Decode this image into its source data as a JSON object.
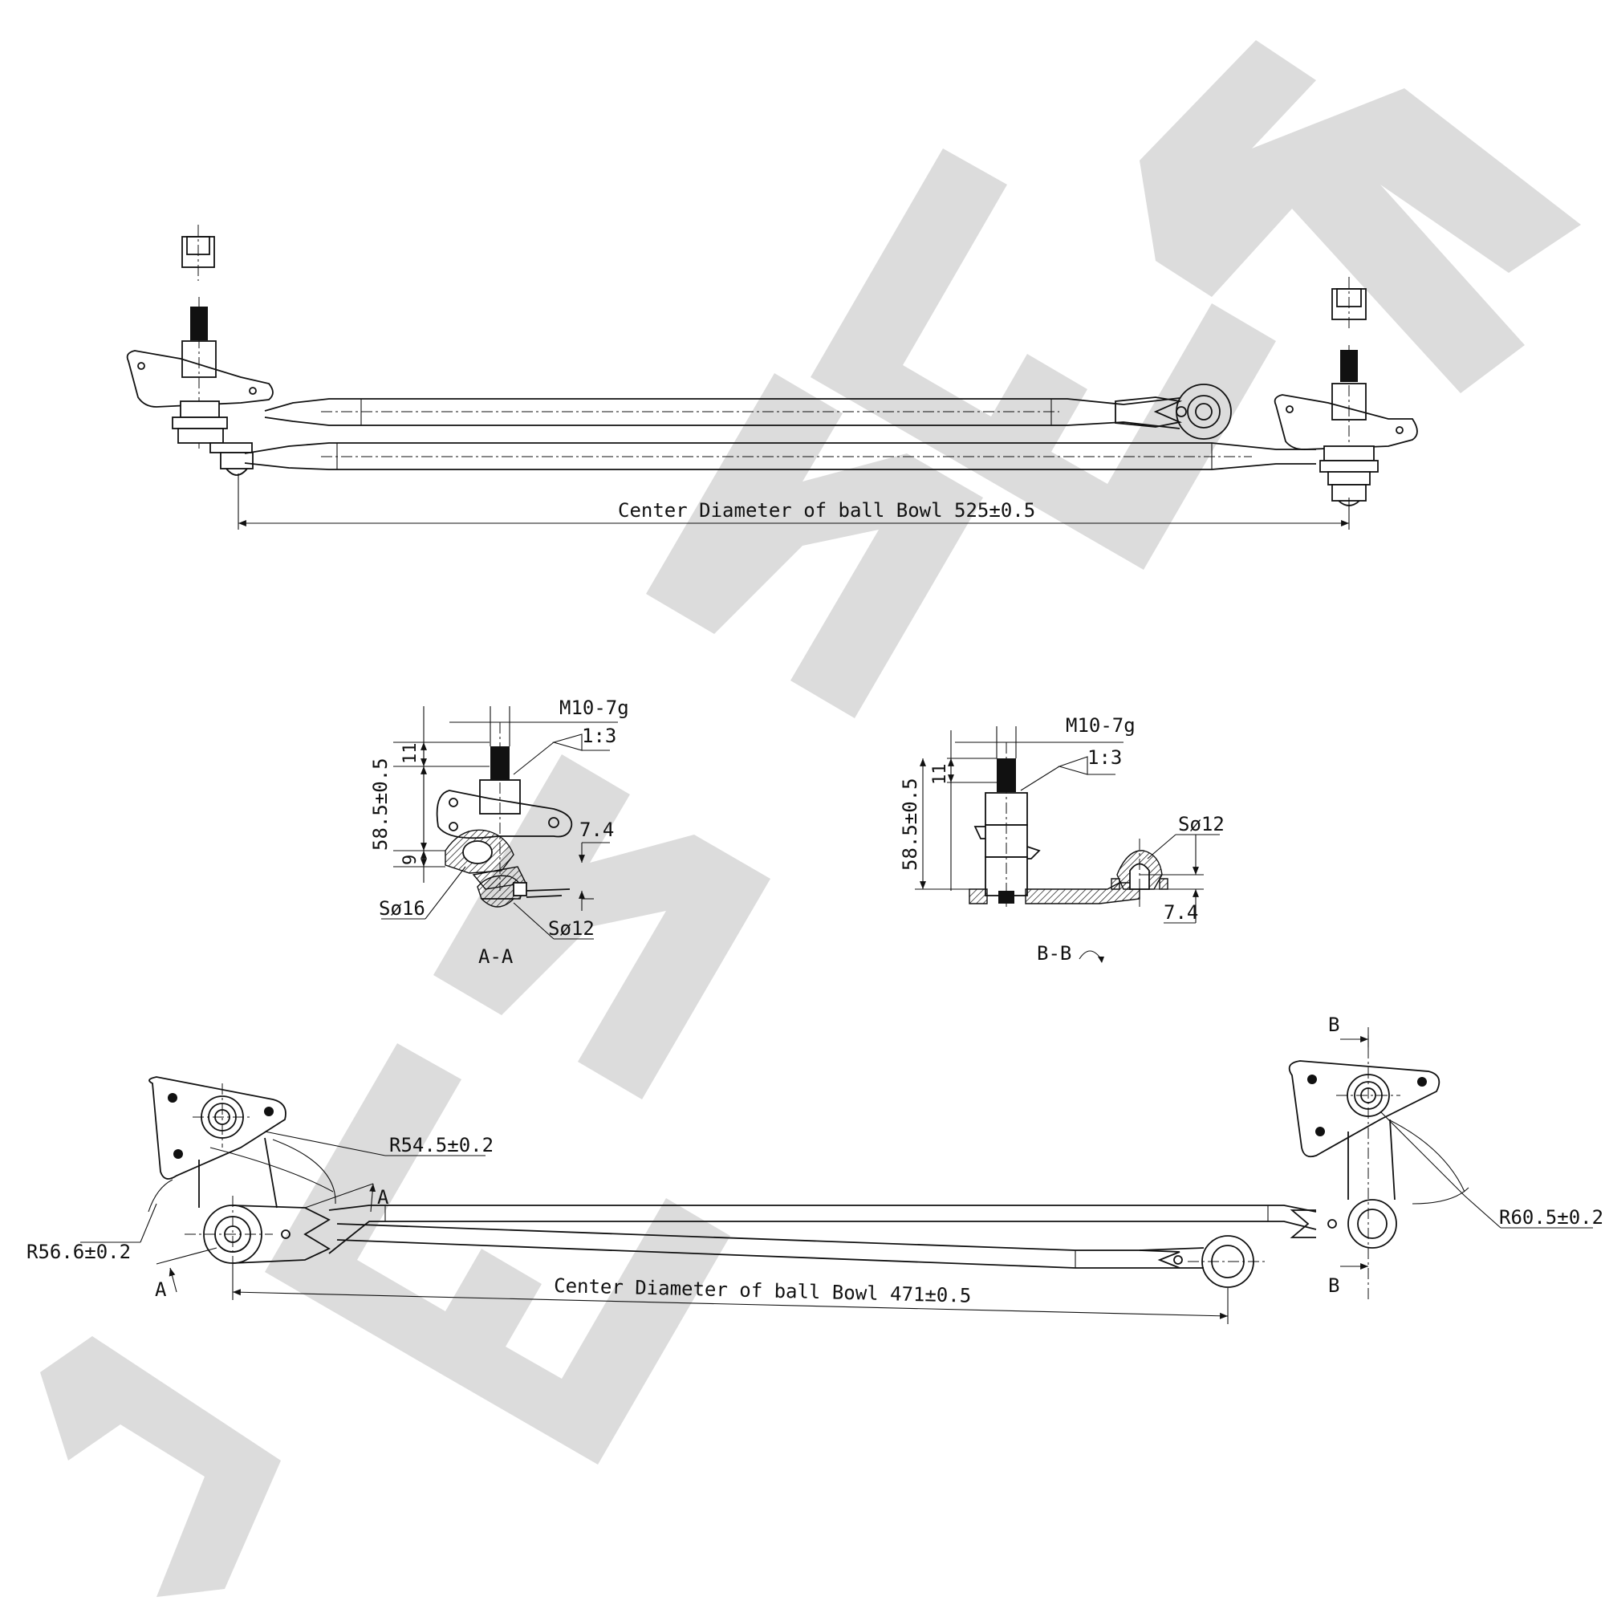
{
  "watermark": {
    "text": "XENNEK",
    "color": "#dcdcdc"
  },
  "top_view": {
    "dimension_label": "Center Diameter of ball Bowl 525±0.5"
  },
  "section_aa": {
    "thread_label": "M10-7g",
    "taper_label": "1:3",
    "dim_height": "58.5±0.5",
    "dim_thread": "11",
    "dim_base": "9",
    "dim_offset": "7.4",
    "ball_large": "Sø16",
    "ball_small": "Sø12",
    "section_label": "A-A"
  },
  "section_bb": {
    "thread_label": "M10-7g",
    "taper_label": "1:3",
    "dim_height": "58.5±0.5",
    "dim_thread": "11",
    "ball_label": "Sø12",
    "dim_offset": "7.4",
    "section_label": "B-B"
  },
  "plan_view": {
    "radius_left_upper": "R54.5±0.2",
    "radius_left_lower": "R56.6±0.2",
    "radius_right": "R60.5±0.2",
    "marker_a": "A",
    "marker_b": "B",
    "dimension_label": "Center Diameter of ball Bowl 471±0.5"
  }
}
